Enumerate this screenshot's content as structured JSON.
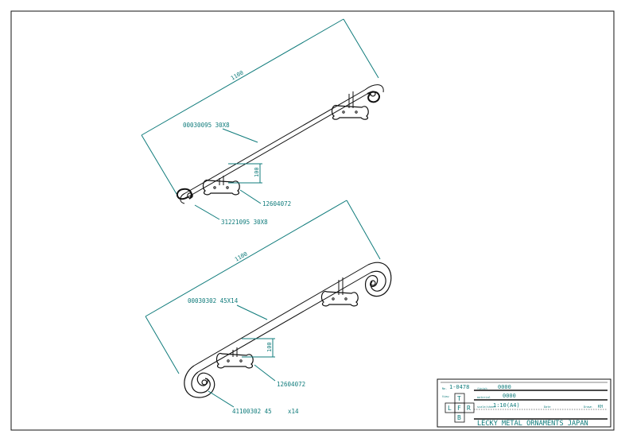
{
  "rails": [
    {
      "length_label": "1100",
      "bar_label": "00030095  30X8",
      "bracket_height_label": "100",
      "plate_label": "12604072",
      "scroll_label": "31221095  30X8"
    },
    {
      "length_label": "1100",
      "bar_label": "00030302  45X14",
      "bracket_height_label": "100",
      "plate_label": "12604072",
      "scroll_label": "41100302  45",
      "quantity_label": "x14"
    }
  ],
  "title_block": {
    "no_caption": "No.",
    "no_value": "1-0478",
    "finish_caption": "finish",
    "finish_value": "0000",
    "view_caption": "View",
    "view_letters": [
      "T",
      "L",
      "F",
      "R",
      "B"
    ],
    "material_caption": "material",
    "material_value": "0000",
    "scale_caption": "scale/sheet",
    "scale_value": "1:10(A4)",
    "date_caption": "Date",
    "designer_caption": "Drawn",
    "designer_value": "KH",
    "company": "LECKY METAL ORNAMENTS JAPAN"
  },
  "colors": {
    "annotation": "#0f7b7b",
    "linework": "#111111"
  }
}
